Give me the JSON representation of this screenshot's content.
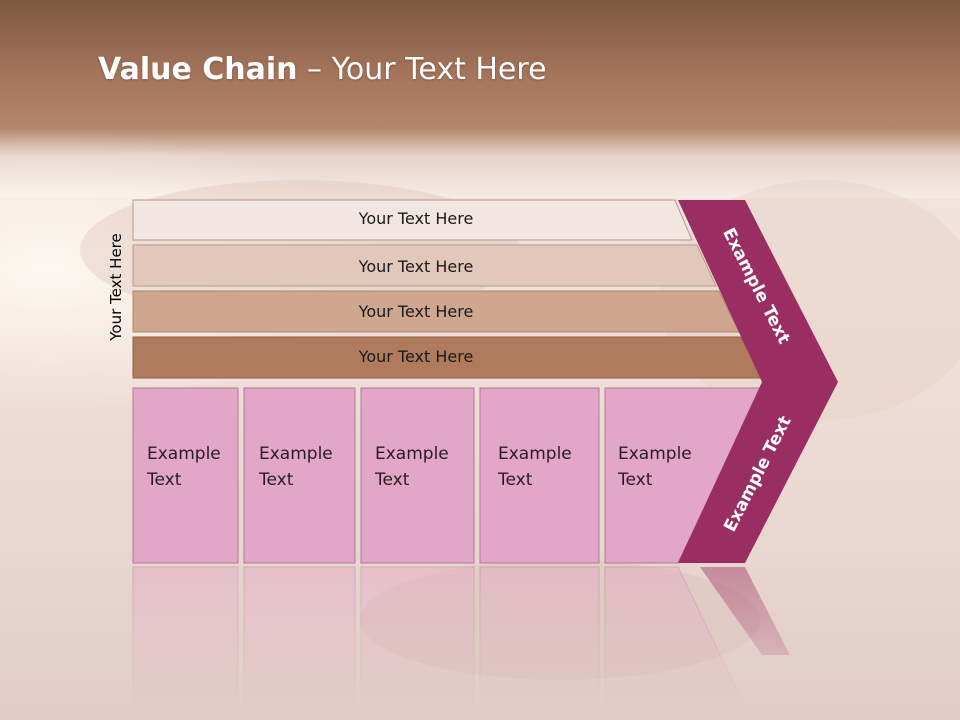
{
  "slide": {
    "title_bold": "Value Chain",
    "title_rest": " – Your Text Here",
    "side_label": "Your Text Here"
  },
  "bars": [
    {
      "label": "Your Text Here",
      "color": "#f1e6e1"
    },
    {
      "label": "Your Text Here",
      "color": "#e2c8bb"
    },
    {
      "label": "Your Text Here",
      "color": "#cfa790"
    },
    {
      "label": "Your Text Here",
      "color": "#b07a5d"
    }
  ],
  "cells": [
    {
      "line1": "Example",
      "line2": "Text"
    },
    {
      "line1": "Example",
      "line2": "Text"
    },
    {
      "line1": "Example",
      "line2": "Text"
    },
    {
      "line1": "Example",
      "line2": "Text"
    },
    {
      "line1": "Example",
      "line2": "Text"
    }
  ],
  "chevron": {
    "upper_label": "Example Text",
    "lower_label": "Example Text",
    "color": "#9a2d62"
  },
  "colors": {
    "header": "#a06e52",
    "cell_fill": "#e2a7c6",
    "cell_border": "#b07a92"
  }
}
